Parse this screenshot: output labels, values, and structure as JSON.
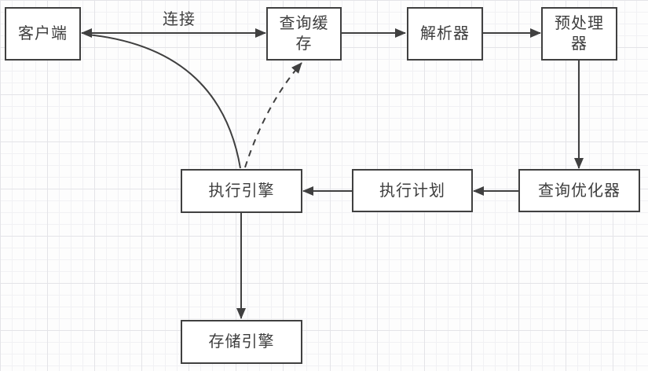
{
  "canvas": {
    "background_color": "#fdfdfd",
    "grid_minor_color": "#f1f1f4",
    "grid_major_color": "#e4e4e8",
    "line_color": "#404040",
    "text_color": "#3d3d3d"
  },
  "nodes": [
    {
      "id": "client",
      "lines": [
        "客户端"
      ]
    },
    {
      "id": "query-cache",
      "lines": [
        "查询缓",
        "存"
      ]
    },
    {
      "id": "parser",
      "lines": [
        "解析器"
      ]
    },
    {
      "id": "preprocessor",
      "lines": [
        "预处理",
        "器"
      ]
    },
    {
      "id": "query-optimizer",
      "lines": [
        "查询优化器"
      ]
    },
    {
      "id": "execution-plan",
      "lines": [
        "执行计划"
      ]
    },
    {
      "id": "execution-engine",
      "lines": [
        "执行引擎"
      ]
    },
    {
      "id": "storage-engine",
      "lines": [
        "存储引擎"
      ]
    }
  ],
  "edges": [
    {
      "from": "client",
      "to": "query-cache",
      "label": "连接",
      "style": "solid",
      "arrows": "both"
    },
    {
      "from": "query-cache",
      "to": "parser",
      "label": "",
      "style": "solid",
      "arrows": "end"
    },
    {
      "from": "parser",
      "to": "preprocessor",
      "label": "",
      "style": "solid",
      "arrows": "end"
    },
    {
      "from": "preprocessor",
      "to": "query-optimizer",
      "label": "",
      "style": "solid",
      "arrows": "end"
    },
    {
      "from": "query-optimizer",
      "to": "execution-plan",
      "label": "",
      "style": "solid",
      "arrows": "end"
    },
    {
      "from": "execution-plan",
      "to": "execution-engine",
      "label": "",
      "style": "solid",
      "arrows": "end"
    },
    {
      "from": "execution-engine",
      "to": "storage-engine",
      "label": "",
      "style": "solid",
      "arrows": "end"
    },
    {
      "from": "execution-engine",
      "to": "client",
      "label": "",
      "style": "solid-curve",
      "arrows": "none"
    },
    {
      "from": "execution-engine",
      "to": "query-cache",
      "label": "",
      "style": "dashed-curve",
      "arrows": "end"
    }
  ]
}
